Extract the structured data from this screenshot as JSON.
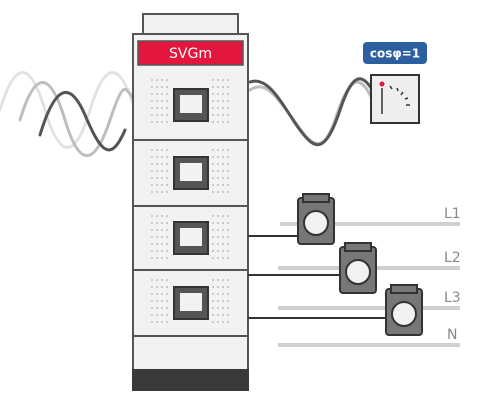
{
  "cabinet": {
    "brand_label": "SVGm",
    "brand_color": "#e3173e",
    "module_count": 4
  },
  "meter": {
    "badge_label": "cosφ=1",
    "badge_color": "#2c5fa0"
  },
  "phases": [
    {
      "label": "L1"
    },
    {
      "label": "L2"
    },
    {
      "label": "L3"
    },
    {
      "label": "N"
    }
  ],
  "icons": [
    "sine-wave-icon",
    "current-transformer-icon",
    "power-factor-meter-icon"
  ]
}
